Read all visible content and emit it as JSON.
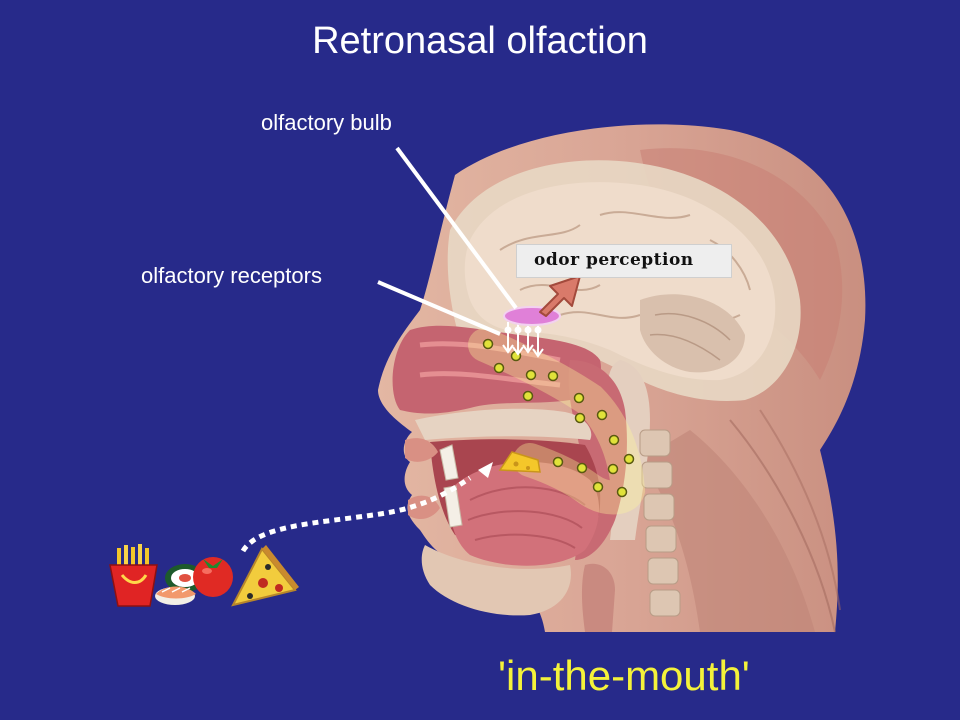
{
  "title": "Retronasal olfaction",
  "labels": {
    "olfactory_bulb": "olfactory bulb",
    "olfactory_receptors": "olfactory receptors",
    "odor_perception": "odor perception"
  },
  "caption": "'in-the-mouth'",
  "colors": {
    "background": "#272a8a",
    "caption": "#f4f23a",
    "odor_particles": "#e0e23a",
    "arrow": "#d97a6a",
    "bulb": "#e080d8"
  },
  "food_items": [
    "french-fries",
    "sushi",
    "tomato",
    "pizza-slice",
    "cheese"
  ]
}
